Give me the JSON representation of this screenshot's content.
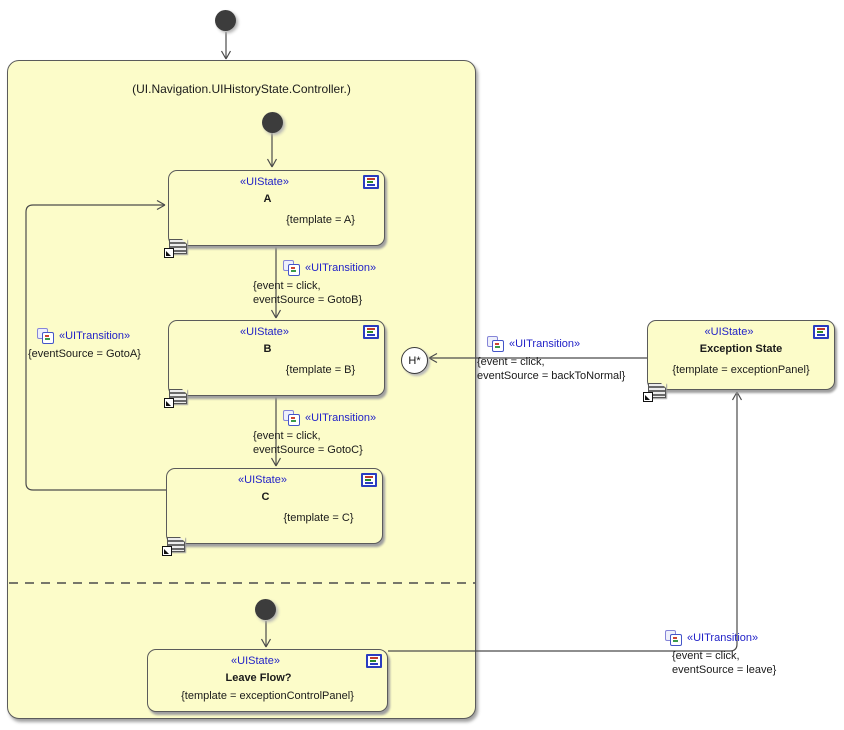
{
  "diagram": {
    "title": "(UI.Navigation.UIHistoryState.Controller.)",
    "history_state": {
      "label": "H*"
    },
    "states": {
      "a": {
        "stereotype": "«UIState»",
        "name": "A",
        "constraint": "{template = A}"
      },
      "b": {
        "stereotype": "«UIState»",
        "name": "B",
        "constraint": "{template = B}"
      },
      "c": {
        "stereotype": "«UIState»",
        "name": "C",
        "constraint": "{template = C}"
      },
      "exception": {
        "stereotype": "«UIState»",
        "name": "Exception State",
        "constraint": "{template = exceptionPanel}"
      },
      "leave": {
        "stereotype": "«UIState»",
        "name": "Leave Flow?",
        "constraint": "{template = exceptionControlPanel}"
      }
    },
    "transitions": {
      "a_to_b": {
        "stereotype": "«UITransition»",
        "constraint_line1": "{event = click,",
        "constraint_line2": "eventSource = GotoB}"
      },
      "b_to_c": {
        "stereotype": "«UITransition»",
        "constraint_line1": "{event = click,",
        "constraint_line2": "eventSource = GotoC}"
      },
      "c_to_a": {
        "stereotype": "«UITransition»",
        "constraint_line1": "{eventSource = GotoA}"
      },
      "exception_to_history": {
        "stereotype": "«UITransition»",
        "constraint_line1": "{event = click,",
        "constraint_line2": "eventSource = backToNormal}"
      },
      "leave_to_exception": {
        "stereotype": "«UITransition»",
        "constraint_line1": "{event = click,",
        "constraint_line2": "eventSource = leave}"
      }
    },
    "colors": {
      "state_fill": "#FCFCC9",
      "state_border": "#5B5B5B",
      "stereotype_text": "#2323C8",
      "connector": "#4B4B4B"
    }
  }
}
